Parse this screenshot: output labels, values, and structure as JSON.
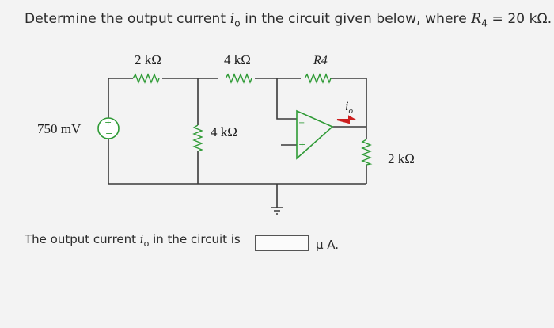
{
  "question": {
    "prefix": "Determine the output current ",
    "i_sym": "i",
    "i_sub": "o",
    "middle": " in the circuit given below, where ",
    "r_sym": "R",
    "r_sub": "4",
    "suffix": " = 20 kΩ."
  },
  "circuit": {
    "r1_label": "2 kΩ",
    "r2_label": "4 kΩ",
    "r3_label": "4 kΩ",
    "r4_label": "R4",
    "r5_label": "2 kΩ",
    "source_label": "750 mV",
    "current_label_sym": "i",
    "current_label_sub": "o"
  },
  "answer": {
    "prefix": "The output current ",
    "i_sym": "i",
    "i_sub": "o",
    "middle": " in the circuit is",
    "input_value": "",
    "units": "µ A."
  },
  "colors": {
    "component": "#2e9a35",
    "arrow": "#cc1f1f",
    "wire": "#3a3a3a"
  }
}
